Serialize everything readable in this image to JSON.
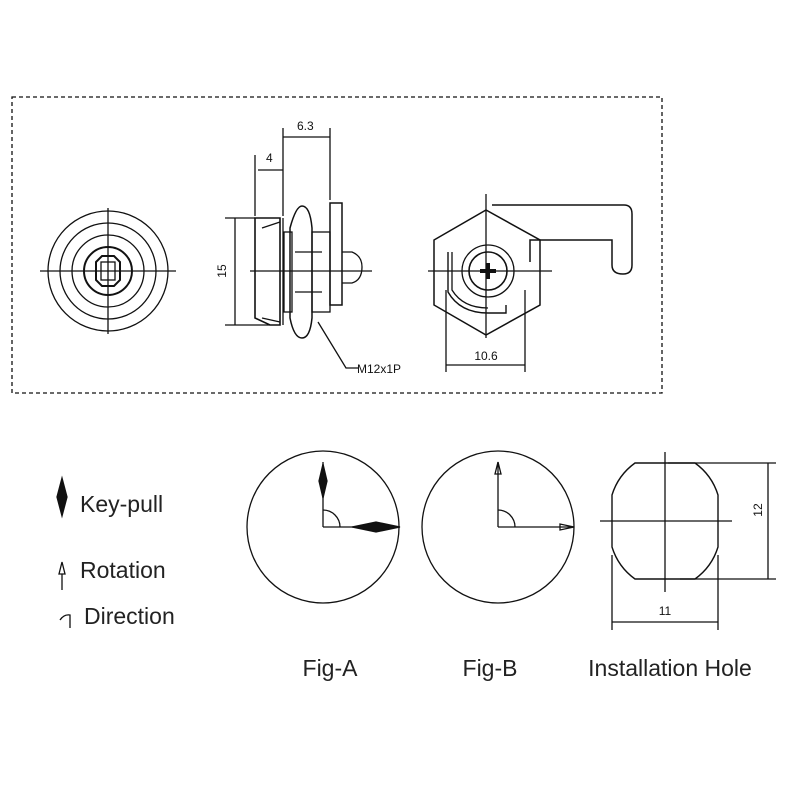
{
  "dimensions": {
    "head_offset": "4",
    "cam_offset": "6.3",
    "body_diameter": "15",
    "thread": "M12x1P",
    "hex_width": "10.6",
    "hole_height": "12",
    "hole_width": "11"
  },
  "legend": {
    "key_pull": "Key-pull",
    "rotation": "Rotation",
    "direction": "Direction"
  },
  "figures": {
    "fig_a": "Fig-A",
    "fig_b": "Fig-B",
    "installation_hole": "Installation Hole"
  }
}
